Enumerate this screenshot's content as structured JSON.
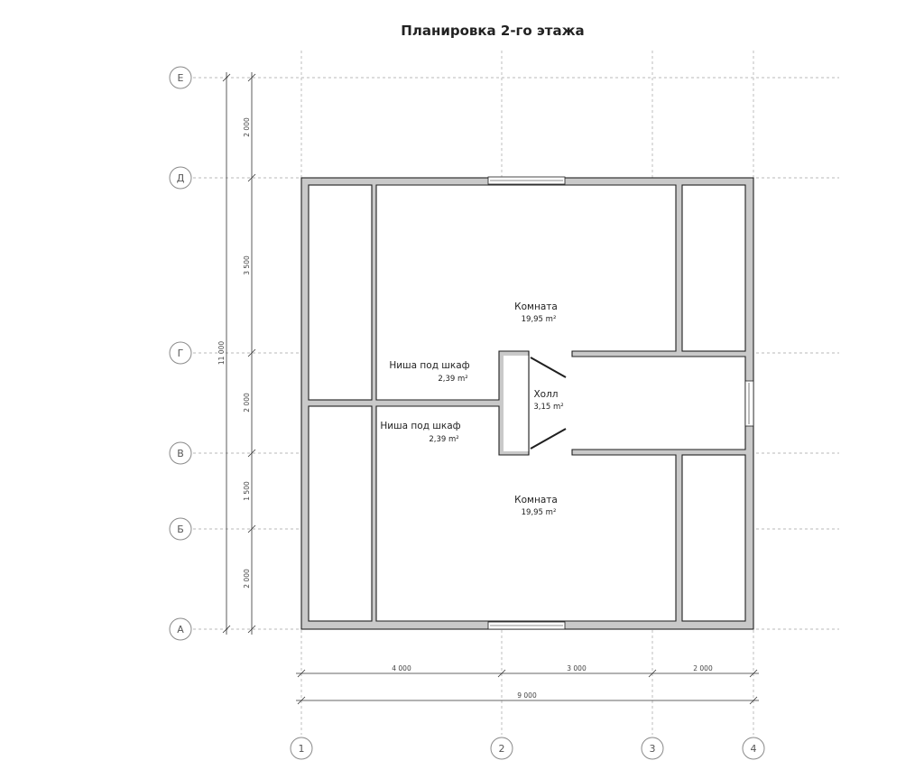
{
  "title": "Планировка 2-го этажа",
  "axes": {
    "rows": [
      "Е",
      "Д",
      "Г",
      "В",
      "Б",
      "А"
    ],
    "cols": [
      "1",
      "2",
      "3",
      "4"
    ]
  },
  "dimensions": {
    "vertical": [
      "2 000",
      "3 500",
      "2 000",
      "1 500",
      "2 000"
    ],
    "vertical_total": "11 000",
    "horizontal": [
      "4 000",
      "3 000",
      "2 000"
    ],
    "horizontal_total": "9 000"
  },
  "rooms": [
    {
      "name": "Комната",
      "area": "19,95 m²"
    },
    {
      "name": "Ниша под шкаф",
      "area": "2,39 m²"
    },
    {
      "name": "Холл",
      "area": "3,15 m²"
    },
    {
      "name": "Ниша под шкаф",
      "area": "2,39 m²"
    },
    {
      "name": "Комната",
      "area": "19,95 m²"
    }
  ],
  "colors": {
    "wall_fill": "#c9c9c9",
    "outline": "#1f1f1f",
    "grid": "#b8b8b8"
  }
}
